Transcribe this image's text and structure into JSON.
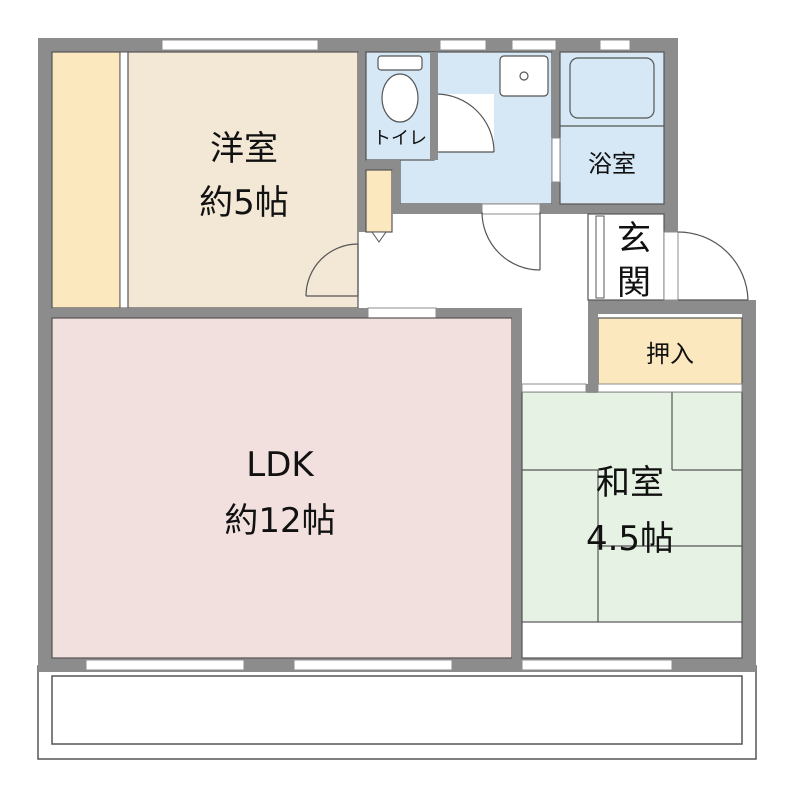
{
  "rooms": {
    "western": {
      "name": "洋室",
      "size": "約5帖"
    },
    "toilet": {
      "name": "トイレ"
    },
    "bath": {
      "name": "浴室"
    },
    "entrance": {
      "char1": "玄",
      "char2": "関"
    },
    "closet": {
      "name": "押入"
    },
    "ldk": {
      "name": "LDK",
      "size": "約12帖"
    },
    "japanese": {
      "name": "和室",
      "size": "4.5帖"
    }
  },
  "colors": {
    "wall": "#8c8c8c",
    "wall_dark": "#6f6f6f",
    "western_floor": "#f3e7d6",
    "closet_floor": "#fbe8bf",
    "wet_area": "#d6e8f5",
    "ldk_floor": "#f2e0df",
    "tatami": "#e6f2e3",
    "line": "#555555"
  }
}
